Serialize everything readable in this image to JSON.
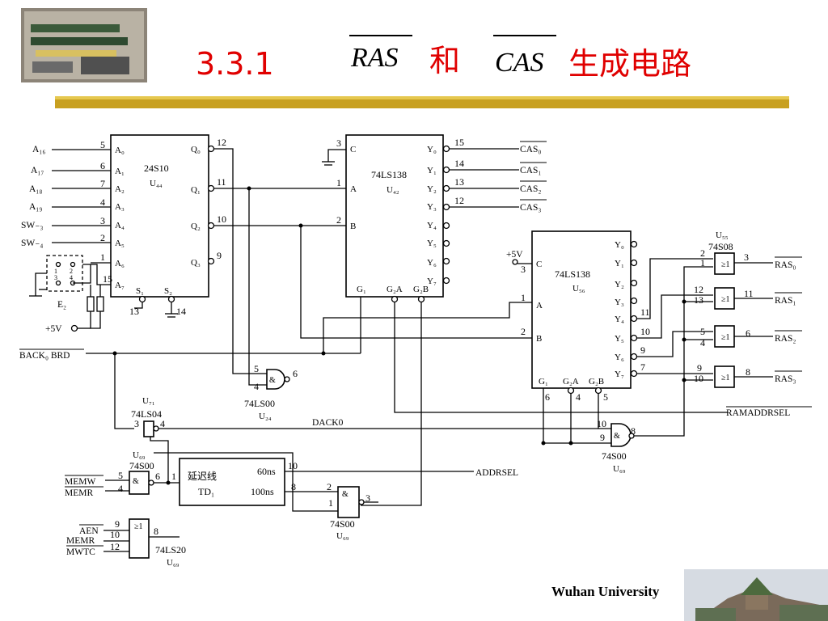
{
  "title": {
    "number": "3.3.1",
    "ras": "RAS",
    "and": "和",
    "cas": "CAS",
    "rest": "生成电路"
  },
  "footer": {
    "university": "Wuhan University"
  },
  "icons": {
    "photo": "memory-module-photo",
    "campus": "university-building-photo"
  },
  "colors": {
    "title": "#e00000",
    "bar": "#c8a020",
    "footer_text": "#1a2a8a"
  },
  "chips": {
    "u44": {
      "part": "24S10",
      "ref": "U₄₄"
    },
    "u42": {
      "part": "74LS138",
      "ref": "U₄₂"
    },
    "u56": {
      "part": "74LS138",
      "ref": "U₅₆"
    },
    "u55": {
      "ref": "U₅₅",
      "part": "74S08"
    },
    "u24": {
      "part": "74LS00",
      "ref": "U₂₄"
    },
    "u71": {
      "ref": "U₇₁",
      "part": "74LS04"
    },
    "u69a": {
      "ref": "U₆₉",
      "part": "74S00"
    },
    "u69b": {
      "part": "74S00",
      "ref": "U₆₉"
    },
    "u69c": {
      "part": "74S00",
      "ref": "U₆₉"
    },
    "u69d": {
      "part": "74LS20",
      "ref": "U₆₉"
    },
    "td1": {
      "name": "延迟线",
      "ref": "TD₁",
      "t60": "60ns",
      "t100": "100ns"
    }
  },
  "signals": {
    "a16": "A₁₆",
    "a17": "A₁₇",
    "a18": "A₁₈",
    "a19": "A₁₉",
    "sw3": "SW₋₃",
    "sw4": "SW₋₄",
    "e2": "E₂",
    "plus5v": "+5V",
    "back0": "BACK₀ BRD",
    "dack0": "DACK0",
    "memw": "MEMW",
    "memr": "MEMR",
    "aen": "AEN",
    "mwtc": "MWTC",
    "addrsel": "ADDRSEL",
    "ramaddrsel": "RAMADDRSEL",
    "cas0": "CAS₀",
    "cas1": "CAS₁",
    "cas2": "CAS₂",
    "cas3": "CAS₃",
    "ras0": "RAS₀",
    "ras1": "RAS₁",
    "ras2": "RAS₂",
    "ras3": "RAS₃"
  },
  "pins": {
    "u44_in": [
      "A₀",
      "A₁",
      "A₂",
      "A₃",
      "A₄",
      "A₅",
      "A₆",
      "A₇"
    ],
    "u44_in_num": [
      "5",
      "6",
      "7",
      "4",
      "3",
      "2",
      "1",
      "15"
    ],
    "u44_out": [
      "Q₀",
      "Q₁",
      "Q₂",
      "Q₃"
    ],
    "u44_out_num": [
      "12",
      "11",
      "10",
      "9"
    ],
    "u44_s": [
      "S₁",
      "S₂"
    ],
    "u44_s_num": [
      "13",
      "14"
    ],
    "dec_in": [
      "C",
      "A",
      "B"
    ],
    "dec_out": [
      "Y₀",
      "Y₁",
      "Y₂",
      "Y₃",
      "Y₄",
      "Y₅",
      "Y₆",
      "Y₇"
    ],
    "dec_g": [
      "G₁",
      "G₂A",
      "G₂B"
    ],
    "u42_out_num": [
      "15",
      "14",
      "13",
      "12"
    ],
    "u42_in_num": [
      "3",
      "1",
      "2"
    ],
    "u56_in_num": [
      "3",
      "1",
      "2"
    ],
    "u56_out_num": [
      "11",
      "10",
      "9",
      "7"
    ],
    "u56_g_num": [
      "6",
      "4",
      "5"
    ],
    "u55_num": [
      "2",
      "1",
      "3",
      "12",
      "13",
      "11",
      "5",
      "4",
      "6",
      "9",
      "10",
      "8"
    ],
    "u24_num": [
      "5",
      "4",
      "6"
    ],
    "u71_num": [
      "3",
      "4"
    ],
    "u69a_num": [
      "5",
      "4",
      "6"
    ],
    "td_num": [
      "1",
      "10",
      "8"
    ],
    "u69b_num": [
      "10",
      "9",
      "8"
    ],
    "u69c_num": [
      "2",
      "1",
      "3"
    ],
    "u69d_num": [
      "9",
      "10",
      "12",
      "8"
    ],
    "e2_num": [
      "1",
      "2",
      "3",
      "4"
    ]
  }
}
